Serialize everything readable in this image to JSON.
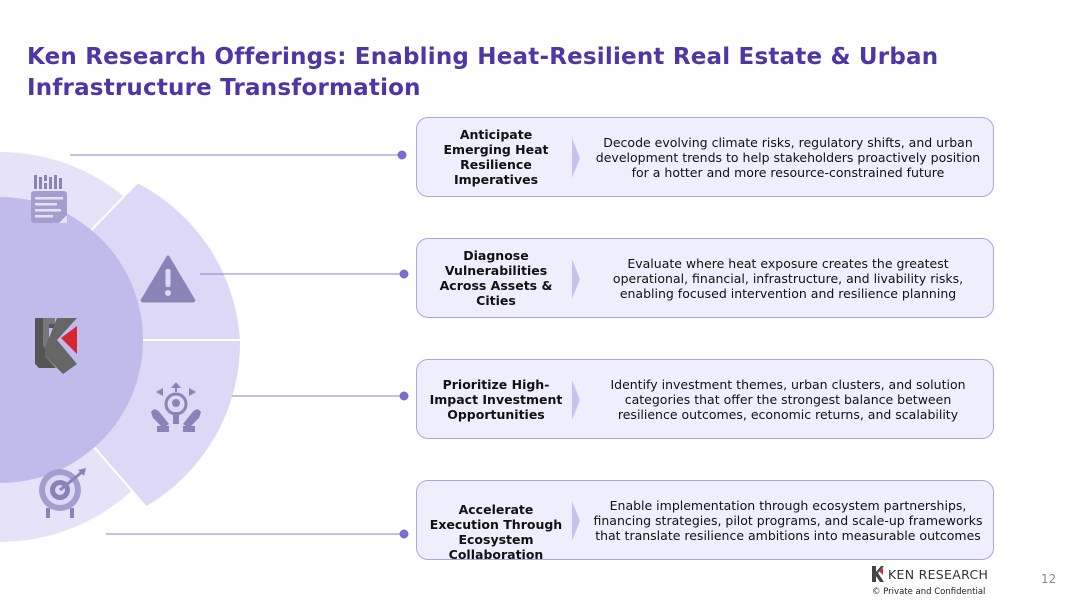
{
  "title": "Ken Research Offerings: Enabling Heat-Resilient Real Estate & Urban Infrastructure Transformation",
  "colors": {
    "title": "#4f36a6",
    "accent": "#7c6bcb",
    "card_bg": "#eeeefd",
    "card_border": "#aaa6e4",
    "ring_outer": "#e6e3f8",
    "ring_inner": "#c1bbeb",
    "icon": "#8a83b8"
  },
  "segment_icons": [
    "document-icon",
    "warning-icon",
    "investment-icon",
    "target-icon"
  ],
  "offerings": [
    {
      "title": "Anticipate Emerging Heat Resilience Imperatives",
      "description": "Decode evolving climate risks, regulatory shifts, and urban development trends to help stakeholders proactively position for a hotter and more resource-constrained future"
    },
    {
      "title": "Diagnose Vulnerabilities Across Assets & Cities",
      "description": "Evaluate where heat exposure creates the greatest operational, financial, infrastructure, and livability risks, enabling focused intervention and resilience planning"
    },
    {
      "title": "Prioritize High-Impact Investment Opportunities",
      "description": "Identify investment themes, urban clusters, and solution categories that offer the strongest balance between resilience outcomes, economic returns, and scalability"
    },
    {
      "title": "Accelerate Execution Through Ecosystem Collaboration",
      "description": "Enable implementation through ecosystem partnerships, financing strategies, pilot programs, and scale-up frameworks that translate resilience ambitions into measurable outcomes"
    }
  ],
  "footer": {
    "logo_text": "KEN RESEARCH",
    "confidential": "©   Private and Confidential",
    "page_number": "12"
  }
}
